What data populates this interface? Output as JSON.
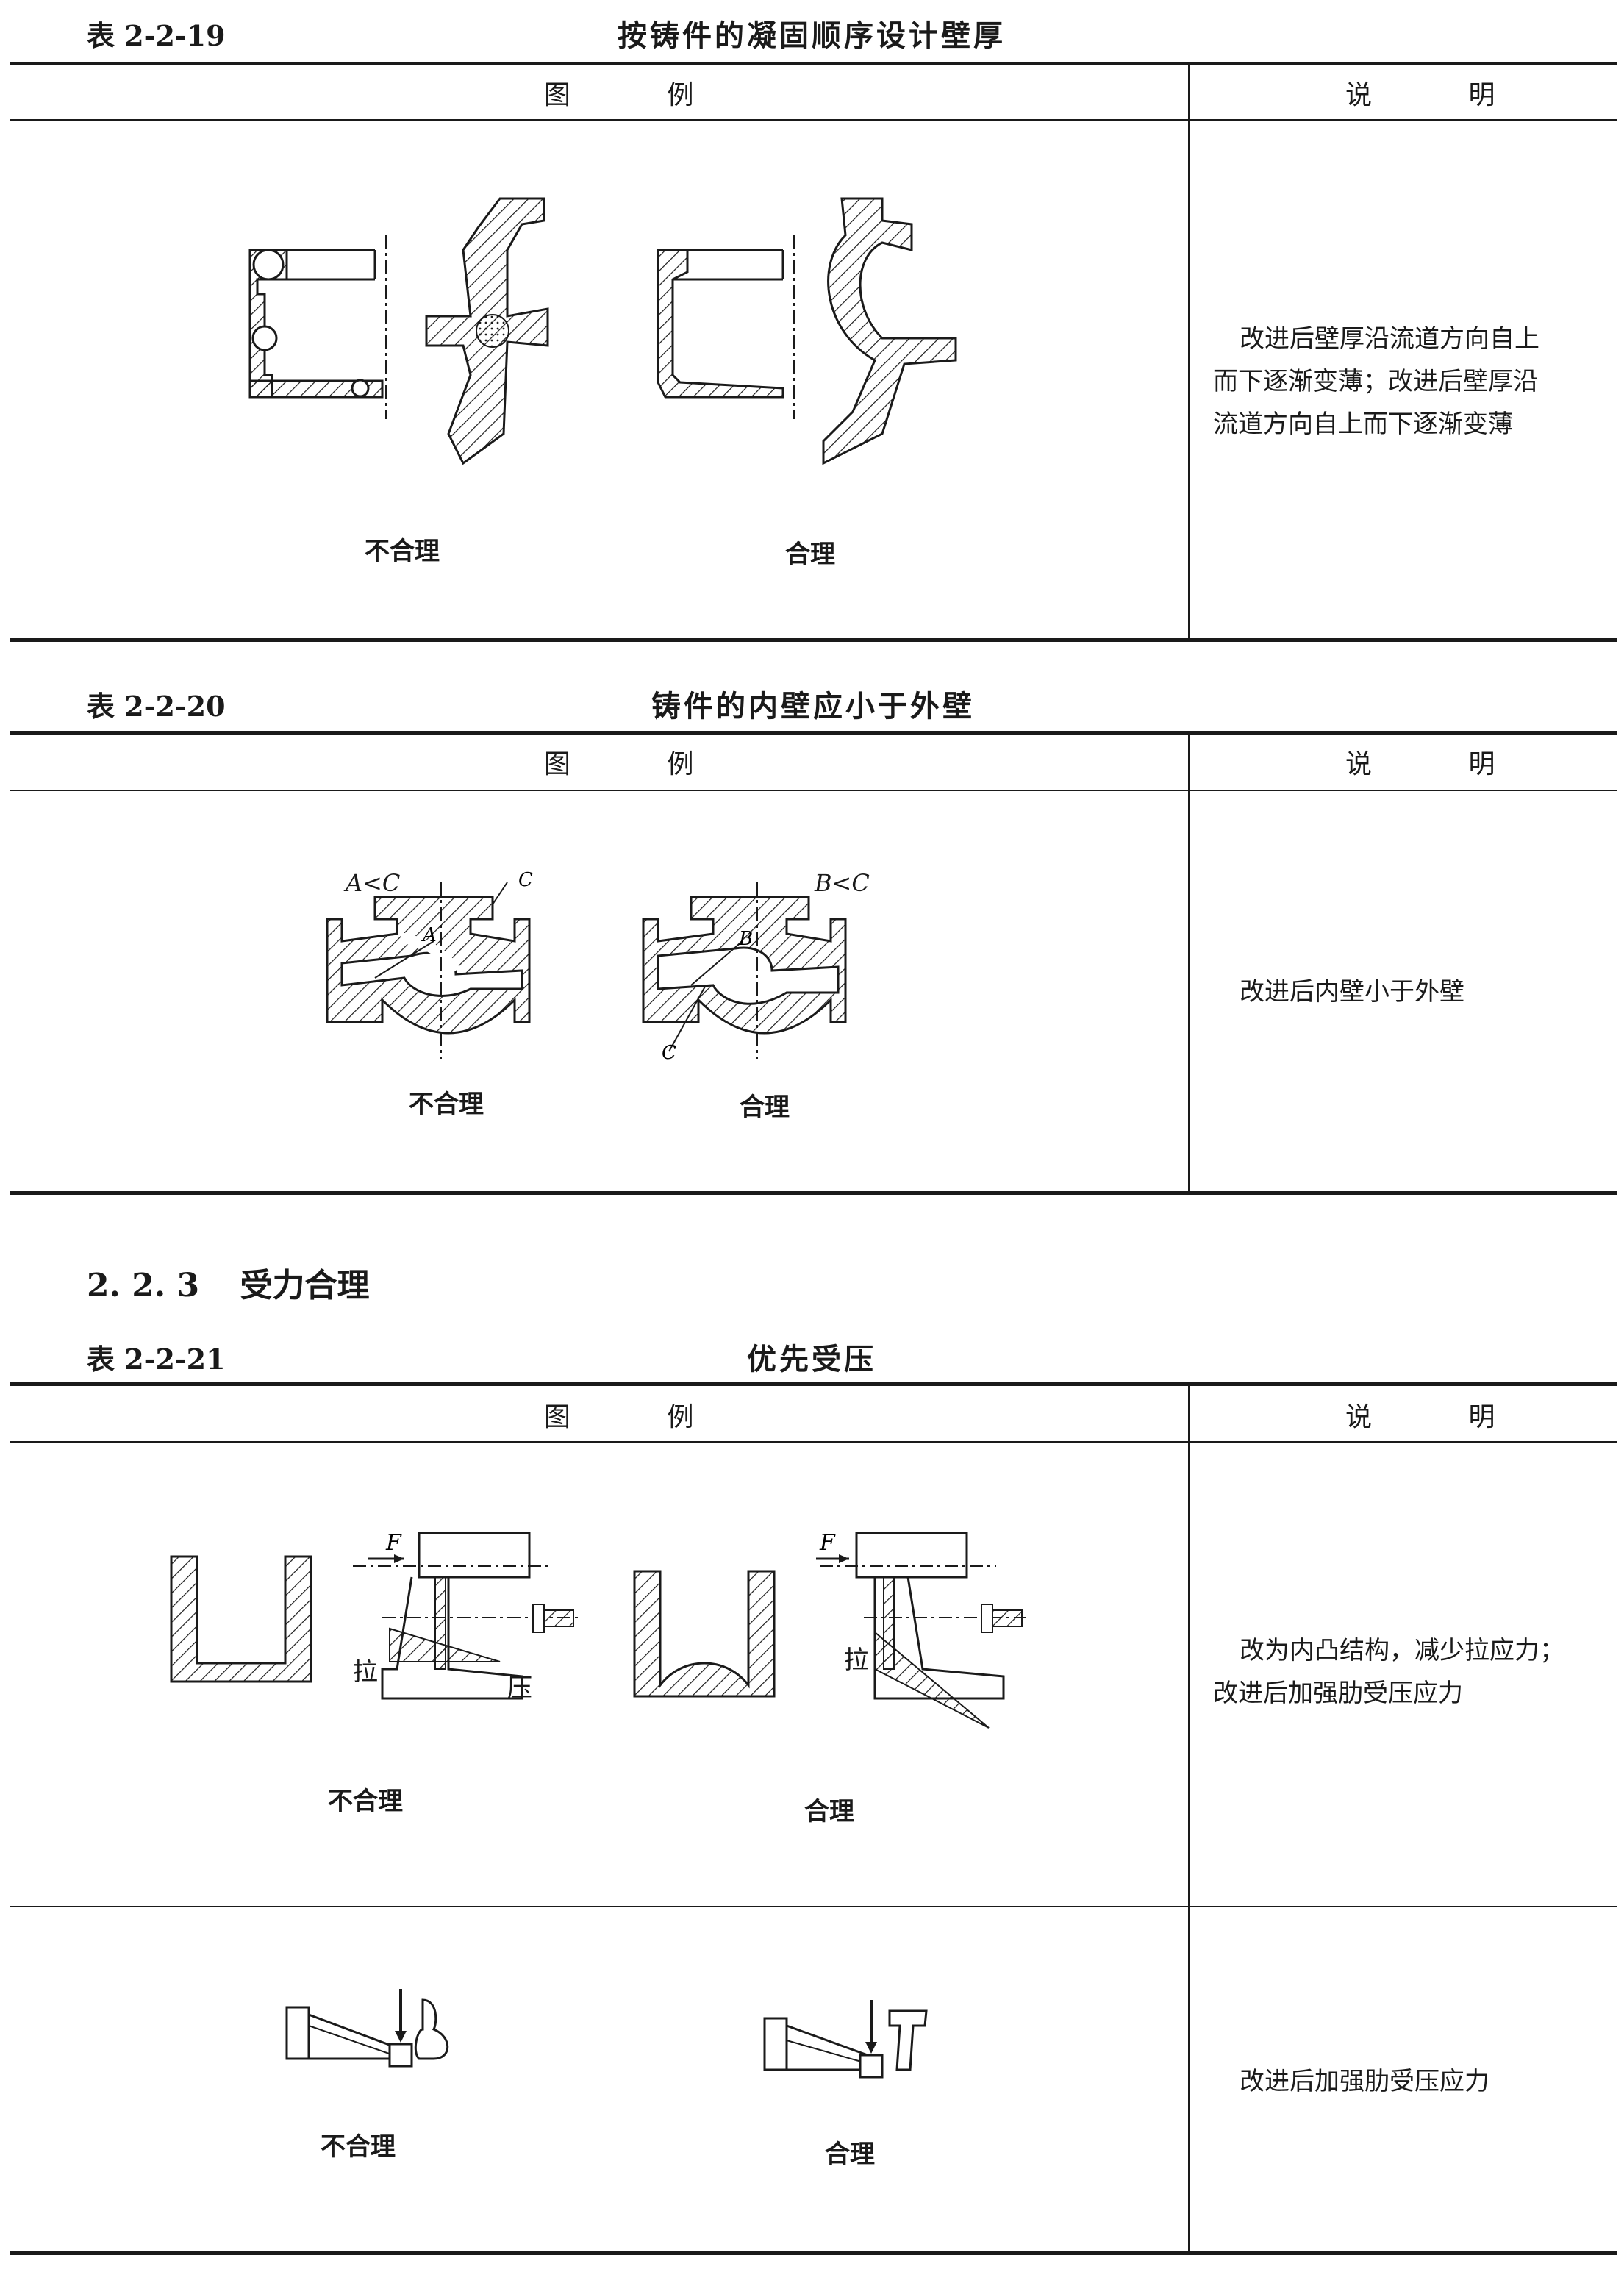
{
  "section": {
    "number": "2. 2. 3",
    "title": "受力合理"
  },
  "column_headers": {
    "figure": "图 例",
    "note": "说 明"
  },
  "tables": [
    {
      "number": "表 2-2-19",
      "title": "按铸件的凝固顺序设计壁厚",
      "rows": [
        {
          "bad_label": "不合理",
          "good_label": "合理",
          "note_lines": [
            "改进后壁厚沿流道方向自上",
            "而下逐渐变薄；改进后壁厚沿",
            "流道方向自上而下逐渐变薄"
          ]
        }
      ]
    },
    {
      "number": "表 2-2-20",
      "title": "铸件的内壁应小于外壁",
      "rows": [
        {
          "bad_label": "不合理",
          "good_label": "合理",
          "bad_tag": "A<C",
          "good_tag": "B<C",
          "letters": {
            "a": "A",
            "b": "B",
            "c": "C"
          },
          "note_lines": [
            "改进后内壁小于外壁"
          ]
        }
      ]
    },
    {
      "number": "表 2-2-21",
      "title": "优先受压",
      "rows": [
        {
          "bad_label": "不合理",
          "good_label": "合理",
          "force": "F",
          "tension": "拉",
          "compression": "压",
          "note_lines": [
            "改为内凸结构，减少拉应力；",
            "改进后加强肋受压应力"
          ]
        },
        {
          "bad_label": "不合理",
          "good_label": "合理",
          "note_lines": [
            "改进后加强肋受压应力"
          ]
        }
      ]
    }
  ]
}
